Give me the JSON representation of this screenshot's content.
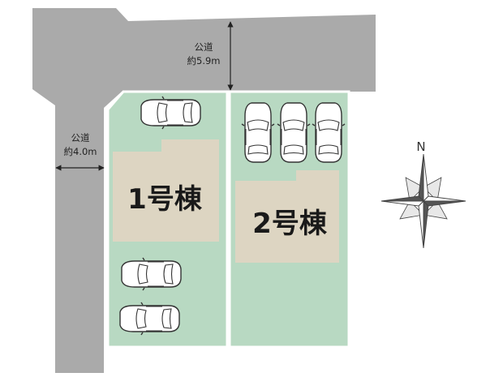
{
  "roads": {
    "north_road": {
      "label": "公道",
      "width": "約5.9m"
    },
    "west_road": {
      "label": "公道",
      "width": "約4.0m"
    }
  },
  "lots": [
    {
      "building_label": "1号棟",
      "parking_spaces": 3
    },
    {
      "building_label": "2号棟",
      "parking_spaces": 3
    }
  ],
  "compass": {
    "label": "N"
  },
  "colors": {
    "road": "#aaaaaa",
    "lot": "#b8d9c2",
    "building": "#ddd5c2",
    "outline": "#ffffff",
    "car": "#ffffff"
  }
}
